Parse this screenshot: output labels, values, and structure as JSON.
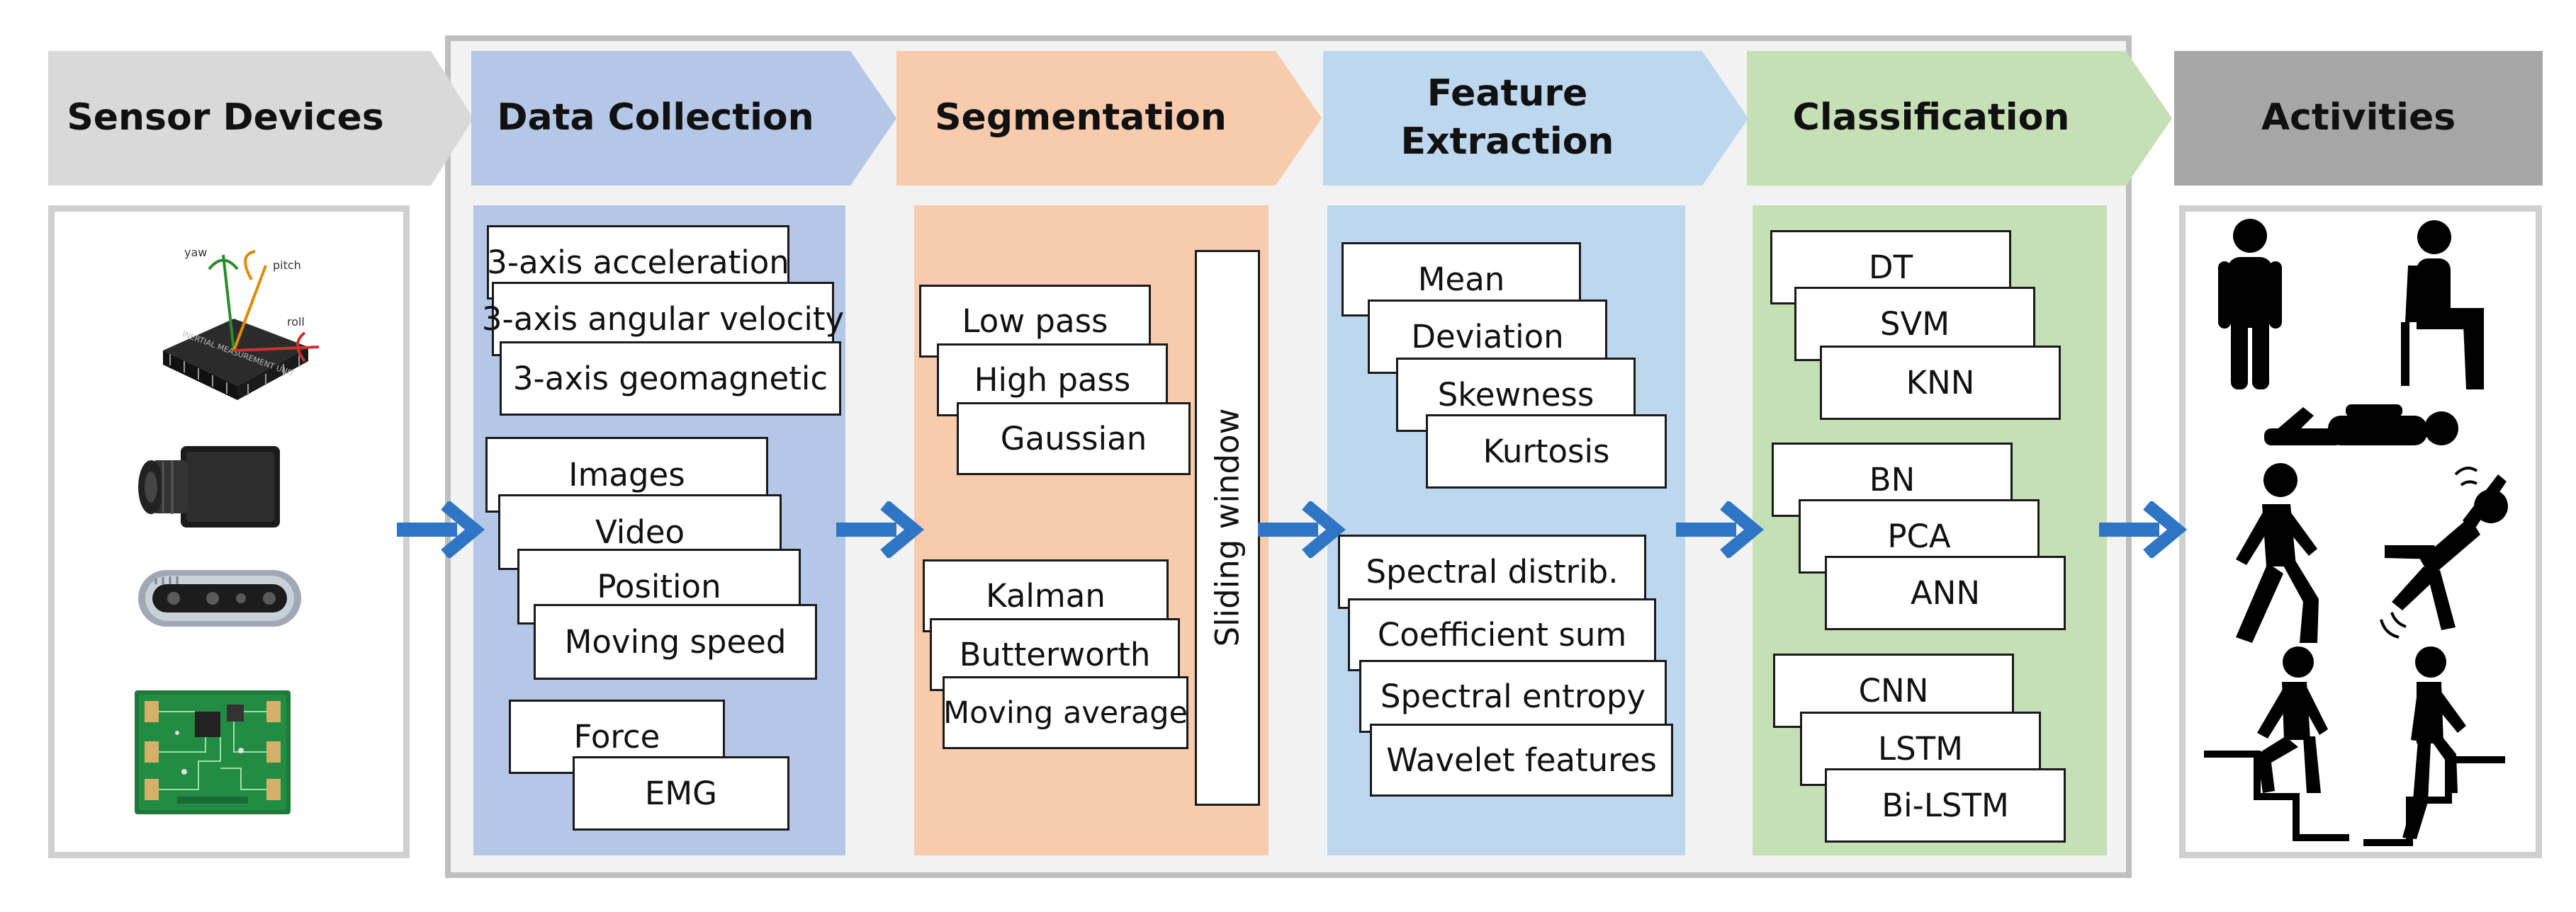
{
  "stages": {
    "sensor_devices": "Sensor Devices",
    "data_collection": "Data Collection",
    "segmentation": "Segmentation",
    "feature_extraction_1": "Feature",
    "feature_extraction_2": "Extraction",
    "classification": "Classification",
    "activities": "Activities"
  },
  "data_collection": {
    "group1": [
      "3-axis acceleration",
      "3-axis angular velocity",
      "3-axis  geomagnetic"
    ],
    "group2": [
      "Images",
      "Video",
      "Position",
      "Moving speed"
    ],
    "group3": [
      "Force",
      "EMG"
    ]
  },
  "segmentation": {
    "group1": [
      "Low pass",
      "High pass",
      "Gaussian"
    ],
    "group2": [
      "Kalman",
      "Butterworth",
      "Moving average"
    ],
    "window": "Sliding window"
  },
  "feature_extraction": {
    "group1": [
      "Mean",
      "Deviation",
      "Skewness",
      "Kurtosis"
    ],
    "group2": [
      "Spectral distrib.",
      "Coefficient sum",
      "Spectral entropy",
      "Wavelet features"
    ]
  },
  "classification": {
    "group1": [
      "DT",
      "SVM",
      "KNN"
    ],
    "group2": [
      "BN",
      "PCA",
      "ANN"
    ],
    "group3": [
      "CNN",
      "LSTM",
      "Bi-LSTM"
    ]
  },
  "imu_chip": {
    "yaw": "yaw",
    "pitch": "pitch",
    "roll": "roll",
    "chip_text": "INERTIAL MEASUREMENT UNIT"
  },
  "colors": {
    "sensor": "#d9d9d9",
    "data_collection": "#b4c7e7",
    "segmentation": "#f8cbad",
    "feature_extraction": "#bdd7ee",
    "classification": "#c5e0b4",
    "activities": "#a6a6a6",
    "arrow": "#2e75c6"
  }
}
